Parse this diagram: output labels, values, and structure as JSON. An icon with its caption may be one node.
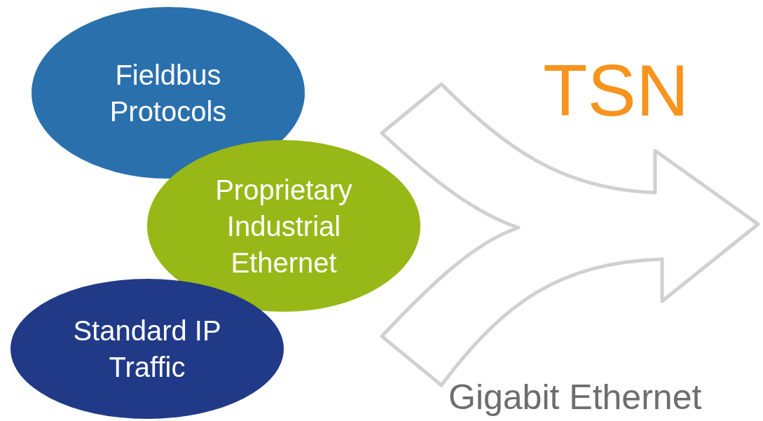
{
  "diagram": {
    "nodes": [
      {
        "text": [
          "Fieldbus Protocols"
        ]
      },
      {
        "text": [
          "Proprietary Industrial Ethernet"
        ]
      },
      {
        "text": [
          "Standard IP Traffic"
        ]
      }
    ],
    "labels": [
      "TSN",
      "Gigabit Ethernet"
    ]
  }
}
